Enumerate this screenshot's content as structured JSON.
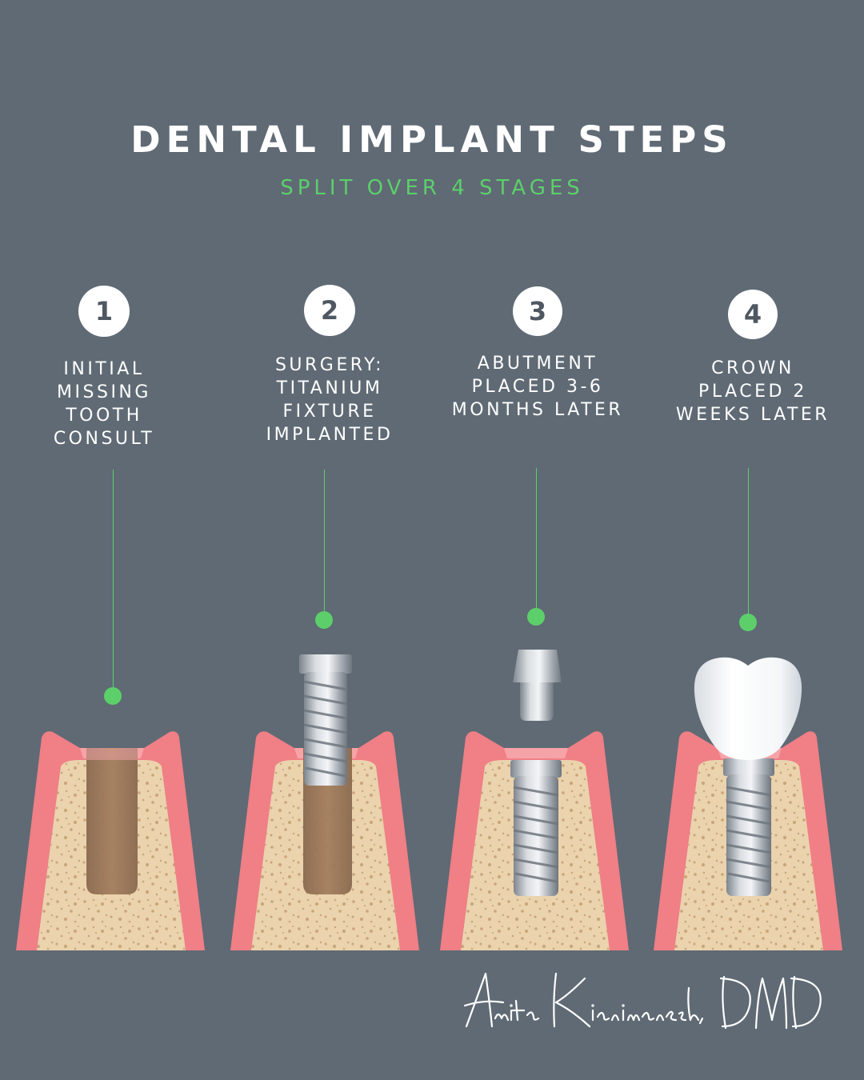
{
  "title": "DENTAL IMPLANT STEPS",
  "subtitle": "SPLIT OVER 4 STAGES",
  "steps": [
    {
      "number": "1",
      "label": "INITIAL MISSING TOOTH CONSULT"
    },
    {
      "number": "2",
      "label": "SURGERY: TITANIUM FIXTURE IMPLANTED"
    },
    {
      "number": "3",
      "label": "ABUTMENT PLACED 3-6 MONTHS LATER"
    },
    {
      "number": "4",
      "label": "CROWN PLACED 2 WEEKS LATER"
    }
  ],
  "signature": "Anita Kianimanesh, DMD",
  "colors": {
    "background": "#5f6a74",
    "accent": "#5ccf6b",
    "gum": "#f07f86",
    "bone": "#ead3ad",
    "metal": "#b7bcc2",
    "crown": "#ffffff"
  }
}
